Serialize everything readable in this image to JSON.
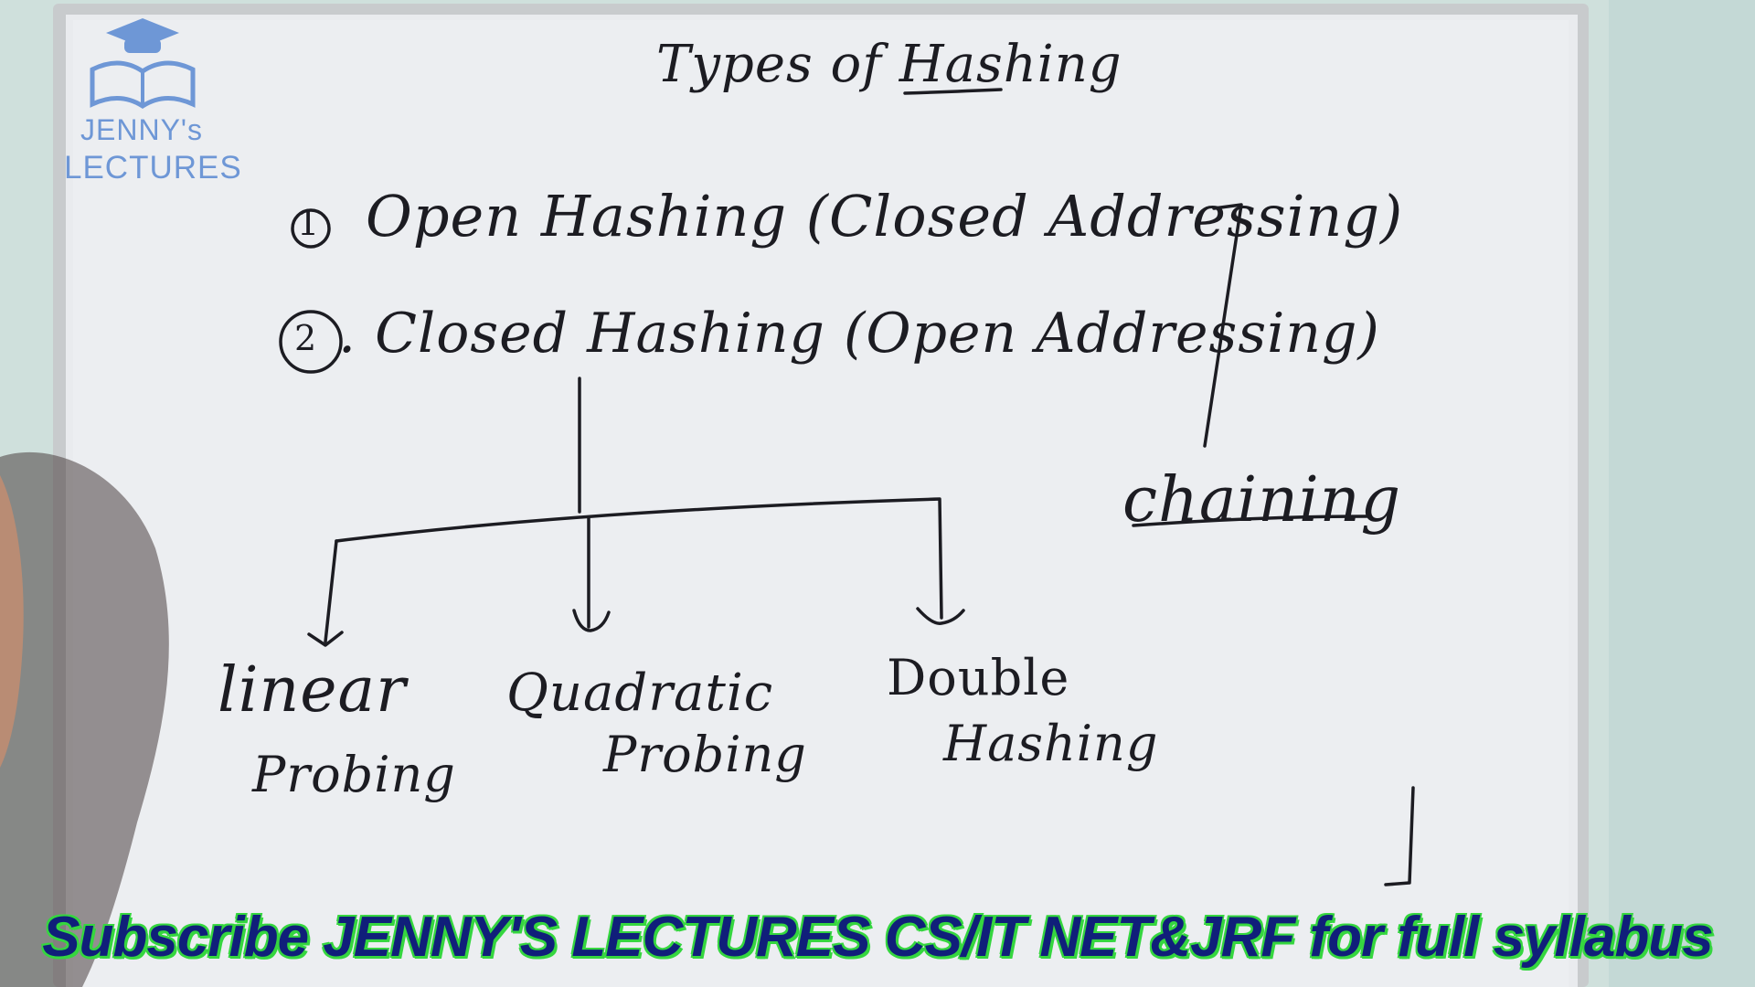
{
  "logo": {
    "line1": "JENNY's",
    "line2": "LECTURES"
  },
  "whiteboard": {
    "title": "Types of Hashing",
    "item1_number": "1",
    "item1_text": "Open Hashing (Closed Addressing)",
    "item2_number": "2",
    "item2_text": ". Closed Hashing (Open Addressing)",
    "chaining_label": "chaining",
    "branch1_line1": "linear",
    "branch1_line2": "Probing",
    "branch2_line1": "Quadratic",
    "branch2_line2": "Probing",
    "branch3_line1": "Double",
    "branch3_line2": "Hashing"
  },
  "banner": {
    "text": "Subscribe JENNY'S LECTURES CS/IT NET&JRF for full syllabus"
  },
  "colors": {
    "wall": "#cfe0dc",
    "board": "#eceef1",
    "frame": "#c8cbcd",
    "marker": "#1c1c22",
    "logo": "#6e97d6",
    "banner_text": "#101f7a",
    "banner_outline": "#35d63f"
  }
}
